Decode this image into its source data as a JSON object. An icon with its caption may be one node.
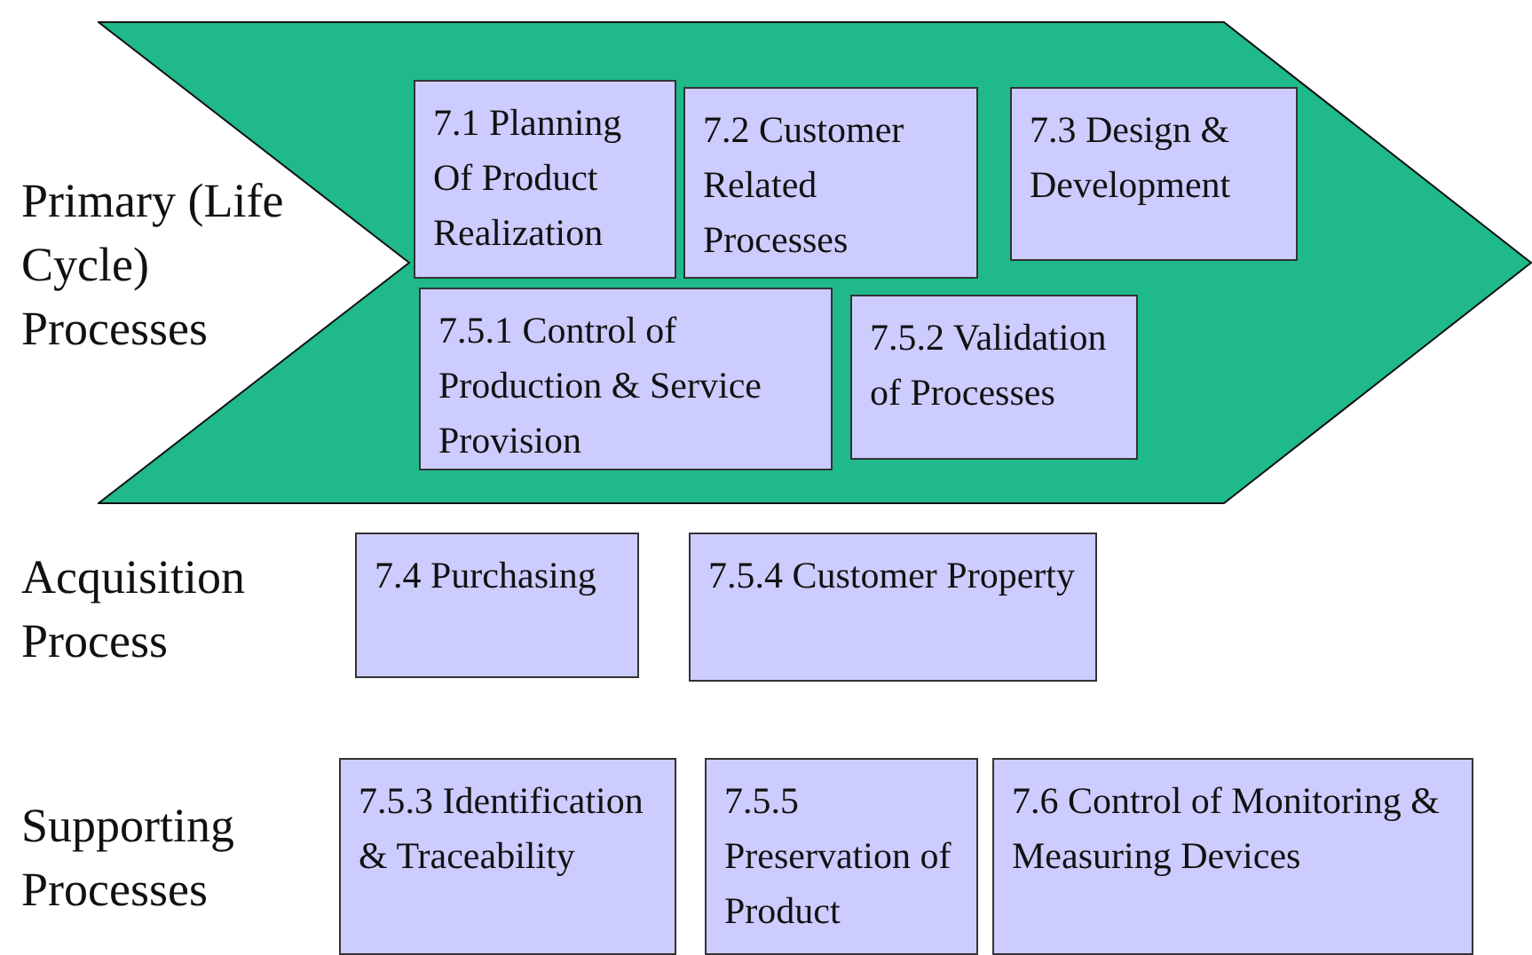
{
  "diagram": {
    "nodes": [
      {
        "text": [],
        "shape": "arrow"
      },
      {
        "text": [
          "7.1 Planning Of Product Realization"
        ],
        "in": 0
      },
      {
        "text": [
          "7.2 Customer Related Processes"
        ],
        "in": 0
      },
      {
        "text": [
          "7.3 Design & Development"
        ],
        "in": 0
      },
      {
        "text": [
          "7.5.1 Control of Production & Service Provision"
        ],
        "in": 0
      },
      {
        "text": [
          "7.5.2 Validation of Processes"
        ],
        "in": 0
      },
      {
        "text": [
          "7.4 Purchasing"
        ]
      },
      {
        "text": [
          "7.5.4 Customer Property"
        ]
      },
      {
        "text": [
          "7.5.3 Identification & Traceability"
        ]
      },
      {
        "text": [
          "7.5.5 Preservation of Product"
        ]
      },
      {
        "text": [
          "7.6 Control of Monitoring & Measuring Devices"
        ]
      }
    ],
    "labels": [
      "Primary (Life Cycle) Processes",
      "Acquisition Process",
      "Supporting Processes"
    ]
  }
}
